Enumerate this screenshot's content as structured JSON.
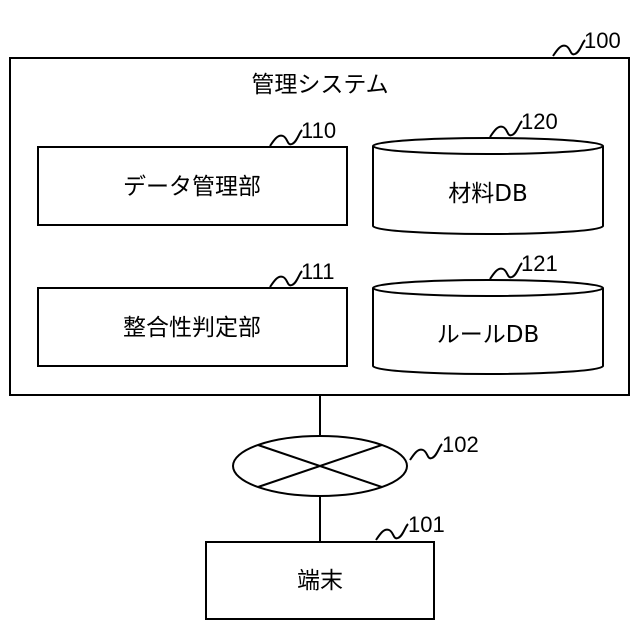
{
  "system": {
    "title": "管理システム",
    "ref": "100"
  },
  "data_manager": {
    "label": "データ管理部",
    "ref": "110"
  },
  "consistency_checker": {
    "label": "整合性判定部",
    "ref": "111"
  },
  "material_db": {
    "label": "材料DB",
    "ref": "120"
  },
  "rule_db": {
    "label": "ルールDB",
    "ref": "121"
  },
  "network": {
    "ref": "102"
  },
  "terminal": {
    "label": "端末",
    "ref": "101"
  }
}
